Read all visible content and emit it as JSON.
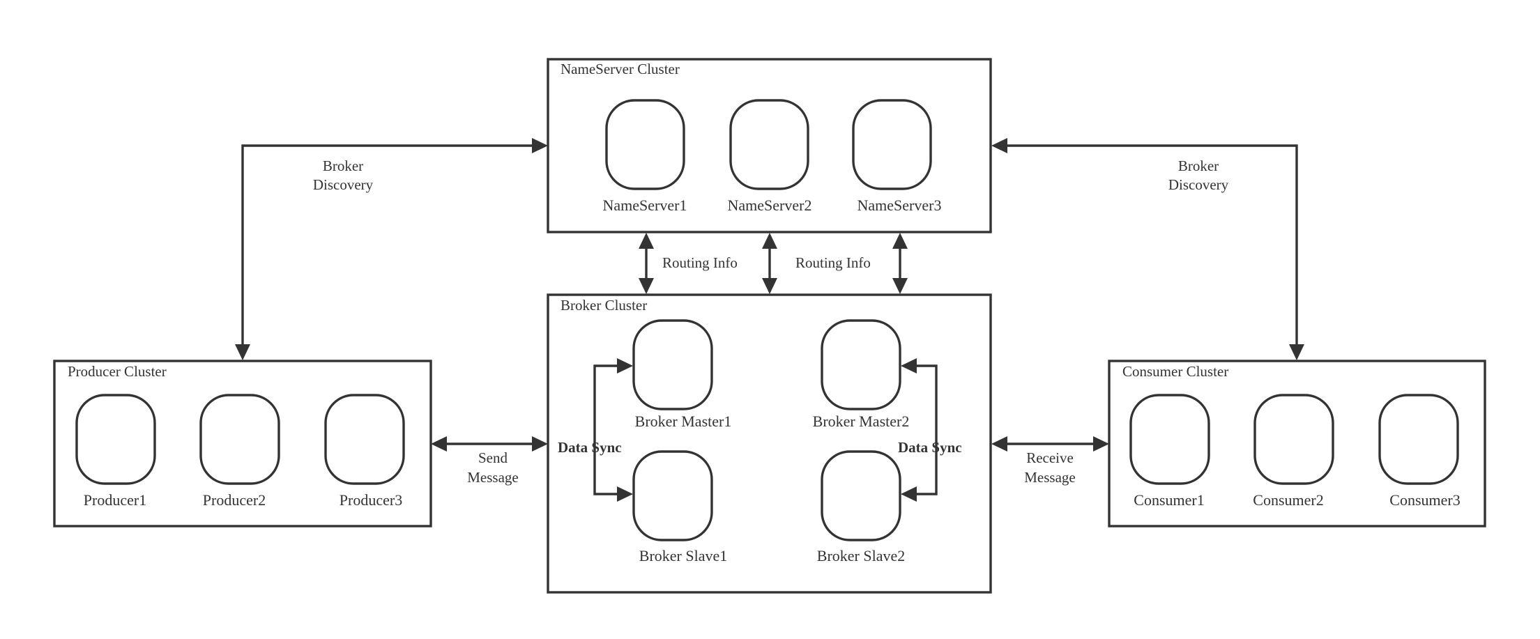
{
  "clusters": {
    "nameserver": {
      "title": "NameServer Cluster",
      "nodes": [
        "NameServer1",
        "NameServer2",
        "NameServer3"
      ]
    },
    "broker": {
      "title": "Broker Cluster",
      "nodes": [
        "Broker Master1",
        "Broker Slave1",
        "Broker Master2",
        "Broker Slave2"
      ]
    },
    "producer": {
      "title": "Producer Cluster",
      "nodes": [
        "Producer1",
        "Producer2",
        "Producer3"
      ]
    },
    "consumer": {
      "title": "Consumer Cluster",
      "nodes": [
        "Consumer1",
        "Consumer2",
        "Consumer3"
      ]
    }
  },
  "edges": {
    "producer_discovery": [
      "Broker",
      "Discovery"
    ],
    "consumer_discovery": [
      "Broker",
      "Discovery"
    ],
    "routing_info": "Routing Info",
    "send_message": [
      "Send",
      "Message"
    ],
    "receive_message": [
      "Receive",
      "Message"
    ],
    "data_sync": "Data Sync"
  }
}
